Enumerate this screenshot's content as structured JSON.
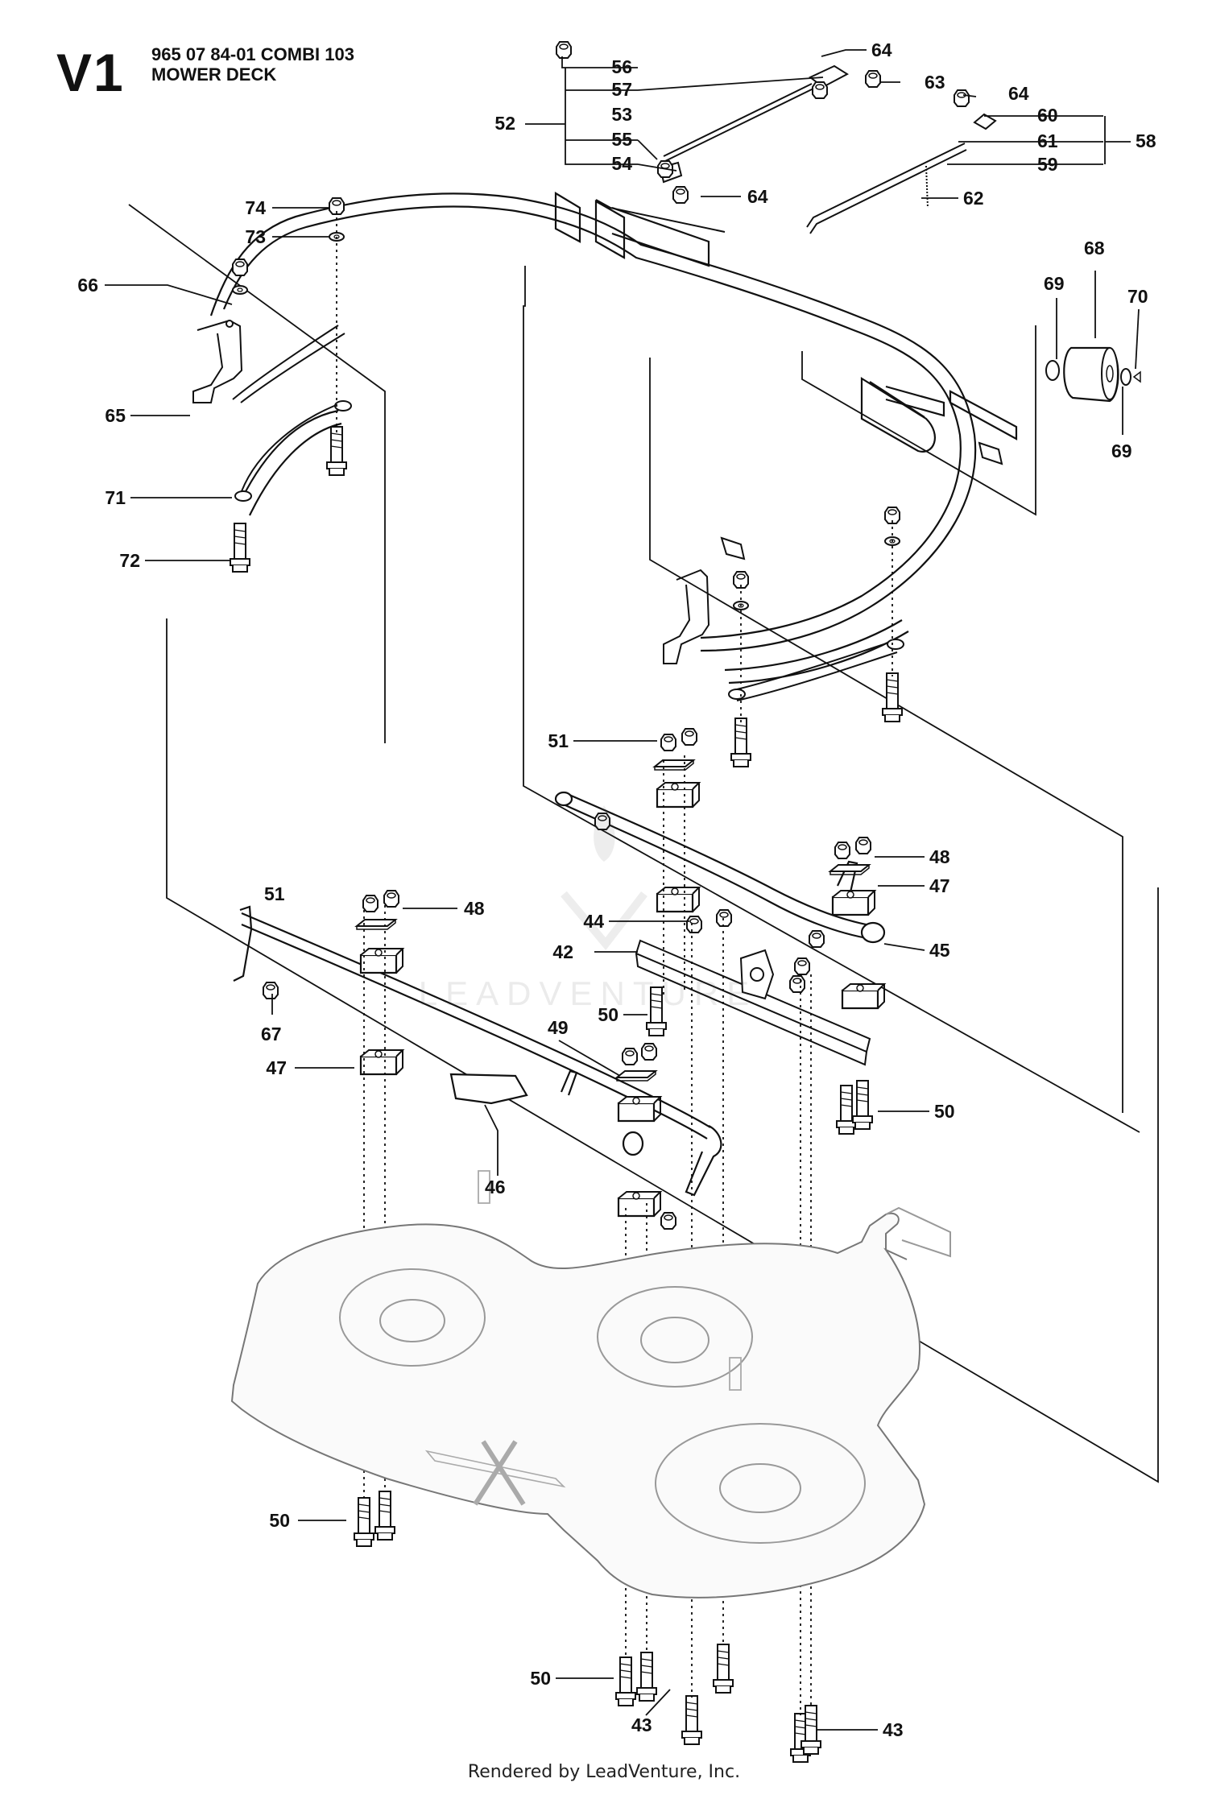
{
  "header": {
    "code": "V1",
    "line1": "965 07 84-01 COMBI 103",
    "line2": "MOWER DECK"
  },
  "footer": {
    "text": "Rendered by LeadVenture, Inc."
  },
  "watermark": {
    "text": "LEADVENTURE"
  },
  "callouts": [
    {
      "id": "c56",
      "label": "56"
    },
    {
      "id": "c57",
      "label": "57"
    },
    {
      "id": "c53",
      "label": "53"
    },
    {
      "id": "c55",
      "label": "55"
    },
    {
      "id": "c54",
      "label": "54"
    },
    {
      "id": "c52",
      "label": "52"
    },
    {
      "id": "c64a",
      "label": "64"
    },
    {
      "id": "c63",
      "label": "63"
    },
    {
      "id": "c64b",
      "label": "64"
    },
    {
      "id": "c64c",
      "label": "64"
    },
    {
      "id": "c60",
      "label": "60"
    },
    {
      "id": "c61",
      "label": "61"
    },
    {
      "id": "c59",
      "label": "59"
    },
    {
      "id": "c58",
      "label": "58"
    },
    {
      "id": "c62",
      "label": "62"
    },
    {
      "id": "c74",
      "label": "74"
    },
    {
      "id": "c73",
      "label": "73"
    },
    {
      "id": "c66",
      "label": "66"
    },
    {
      "id": "c65",
      "label": "65"
    },
    {
      "id": "c71",
      "label": "71"
    },
    {
      "id": "c72",
      "label": "72"
    },
    {
      "id": "c68",
      "label": "68"
    },
    {
      "id": "c69a",
      "label": "69"
    },
    {
      "id": "c70",
      "label": "70"
    },
    {
      "id": "c69b",
      "label": "69"
    },
    {
      "id": "c51a",
      "label": "51"
    },
    {
      "id": "c48a",
      "label": "48"
    },
    {
      "id": "c47a",
      "label": "47"
    },
    {
      "id": "c44",
      "label": "44"
    },
    {
      "id": "c42",
      "label": "42"
    },
    {
      "id": "c45",
      "label": "45"
    },
    {
      "id": "c50a",
      "label": "50"
    },
    {
      "id": "c50b",
      "label": "50"
    },
    {
      "id": "c51b",
      "label": "51"
    },
    {
      "id": "c48b",
      "label": "48"
    },
    {
      "id": "c67",
      "label": "67"
    },
    {
      "id": "c47b",
      "label": "47"
    },
    {
      "id": "c49",
      "label": "49"
    },
    {
      "id": "c46",
      "label": "46"
    },
    {
      "id": "c50c",
      "label": "50"
    },
    {
      "id": "c50d",
      "label": "50"
    },
    {
      "id": "c43a",
      "label": "43"
    },
    {
      "id": "c43b",
      "label": "43"
    }
  ]
}
